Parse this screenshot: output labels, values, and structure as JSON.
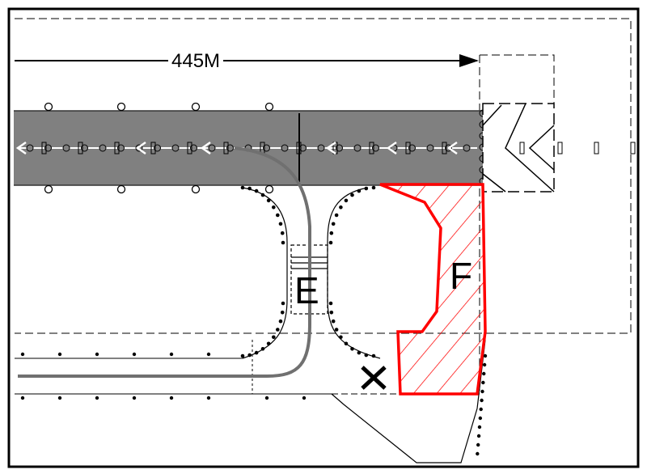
{
  "diagram": {
    "distance_label": "445M",
    "taxiway_label": "E",
    "area_label": "F",
    "marker": "cross-mark",
    "colors": {
      "runway": "#808080",
      "highlight": "#ff0000",
      "path": "#707070"
    }
  }
}
